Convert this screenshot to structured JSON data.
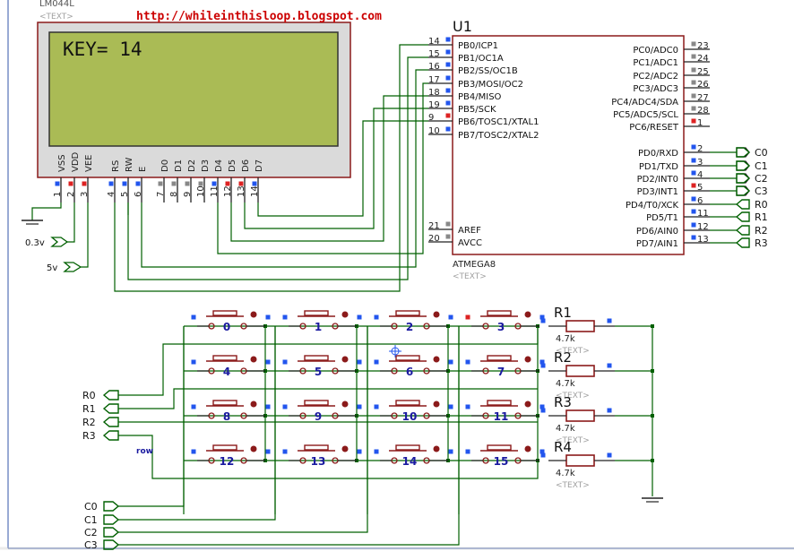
{
  "url": "http://whileinthisloop.blogspot.com",
  "lcd": {
    "part": "LM044L",
    "text_tag": "<TEXT>",
    "display": "KEY=  14",
    "pins": [
      {
        "name": "VSS",
        "num": "1"
      },
      {
        "name": "VDD",
        "num": "2"
      },
      {
        "name": "VEE",
        "num": "3"
      },
      {
        "name": "RS",
        "num": "4"
      },
      {
        "name": "RW",
        "num": "5"
      },
      {
        "name": "E",
        "num": "6"
      },
      {
        "name": "D0",
        "num": "7"
      },
      {
        "name": "D1",
        "num": "8"
      },
      {
        "name": "D2",
        "num": "9"
      },
      {
        "name": "D3",
        "num": "10"
      },
      {
        "name": "D4",
        "num": "11"
      },
      {
        "name": "D5",
        "num": "12"
      },
      {
        "name": "D6",
        "num": "13"
      },
      {
        "name": "D7",
        "num": "14"
      }
    ]
  },
  "mcu": {
    "ref": "U1",
    "part": "ATMEGA8",
    "text_tag": "<TEXT>",
    "left_pins": [
      {
        "num": "14",
        "name": "PB0/ICP1"
      },
      {
        "num": "15",
        "name": "PB1/OC1A"
      },
      {
        "num": "16",
        "name": "PB2/SS/OC1B"
      },
      {
        "num": "17",
        "name": "PB3/MOSI/OC2"
      },
      {
        "num": "18",
        "name": "PB4/MISO"
      },
      {
        "num": "19",
        "name": "PB5/SCK"
      },
      {
        "num": "9",
        "name": "PB6/TOSC1/XTAL1"
      },
      {
        "num": "10",
        "name": "PB7/TOSC2/XTAL2"
      },
      {
        "num": "21",
        "name": "AREF"
      },
      {
        "num": "20",
        "name": "AVCC"
      }
    ],
    "right_pins": [
      {
        "num": "23",
        "name": "PC0/ADC0"
      },
      {
        "num": "24",
        "name": "PC1/ADC1"
      },
      {
        "num": "25",
        "name": "PC2/ADC2"
      },
      {
        "num": "26",
        "name": "PC3/ADC3"
      },
      {
        "num": "27",
        "name": "PC4/ADC4/SDA"
      },
      {
        "num": "28",
        "name": "PC5/ADC5/SCL"
      },
      {
        "num": "1",
        "name": "PC6/RESET"
      },
      {
        "num": "2",
        "name": "PD0/RXD"
      },
      {
        "num": "3",
        "name": "PD1/TXD"
      },
      {
        "num": "4",
        "name": "PD2/INT0"
      },
      {
        "num": "5",
        "name": "PD3/INT1"
      },
      {
        "num": "6",
        "name": "PD4/T0/XCK"
      },
      {
        "num": "11",
        "name": "PD5/T1"
      },
      {
        "num": "12",
        "name": "PD6/AIN0"
      },
      {
        "num": "13",
        "name": "PD7/AIN1"
      }
    ],
    "port_terminals": [
      "C0",
      "C1",
      "C2",
      "C3",
      "R0",
      "R1",
      "R2",
      "R3"
    ]
  },
  "supplies": {
    "vee": "0.3v",
    "vdd": "5v"
  },
  "keypad": {
    "keys": [
      "0",
      "1",
      "2",
      "3",
      "4",
      "5",
      "6",
      "7",
      "8",
      "9",
      "10",
      "11",
      "12",
      "13",
      "14",
      "15"
    ],
    "row_note": "row",
    "row_terminals": [
      "R0",
      "R1",
      "R2",
      "R3"
    ],
    "col_terminals": [
      "C0",
      "C1",
      "C2",
      "C3"
    ]
  },
  "resistors": [
    {
      "ref": "R1",
      "value": "4.7k",
      "text_tag": "<TEXT>"
    },
    {
      "ref": "R2",
      "value": "4.7k",
      "text_tag": "<TEXT>"
    },
    {
      "ref": "R3",
      "value": "4.7k",
      "text_tag": "<TEXT>"
    },
    {
      "ref": "R4",
      "value": "4.7k",
      "text_tag": "<TEXT>"
    }
  ],
  "colors": {
    "wire": "#006000",
    "component": "#8b1a1a",
    "mcu_fill": "#ffffff",
    "lcd_fill": "#aabb55",
    "lcd_body": "#dadada",
    "pin_blue": "#2255ee",
    "pin_red": "#dd2222",
    "pin_gray": "#888888",
    "url_red": "#cc0000",
    "text_tag_gray": "#a0a0a0",
    "key_label_blue": "#1a1aa0",
    "border_blue": "#3355aa"
  }
}
